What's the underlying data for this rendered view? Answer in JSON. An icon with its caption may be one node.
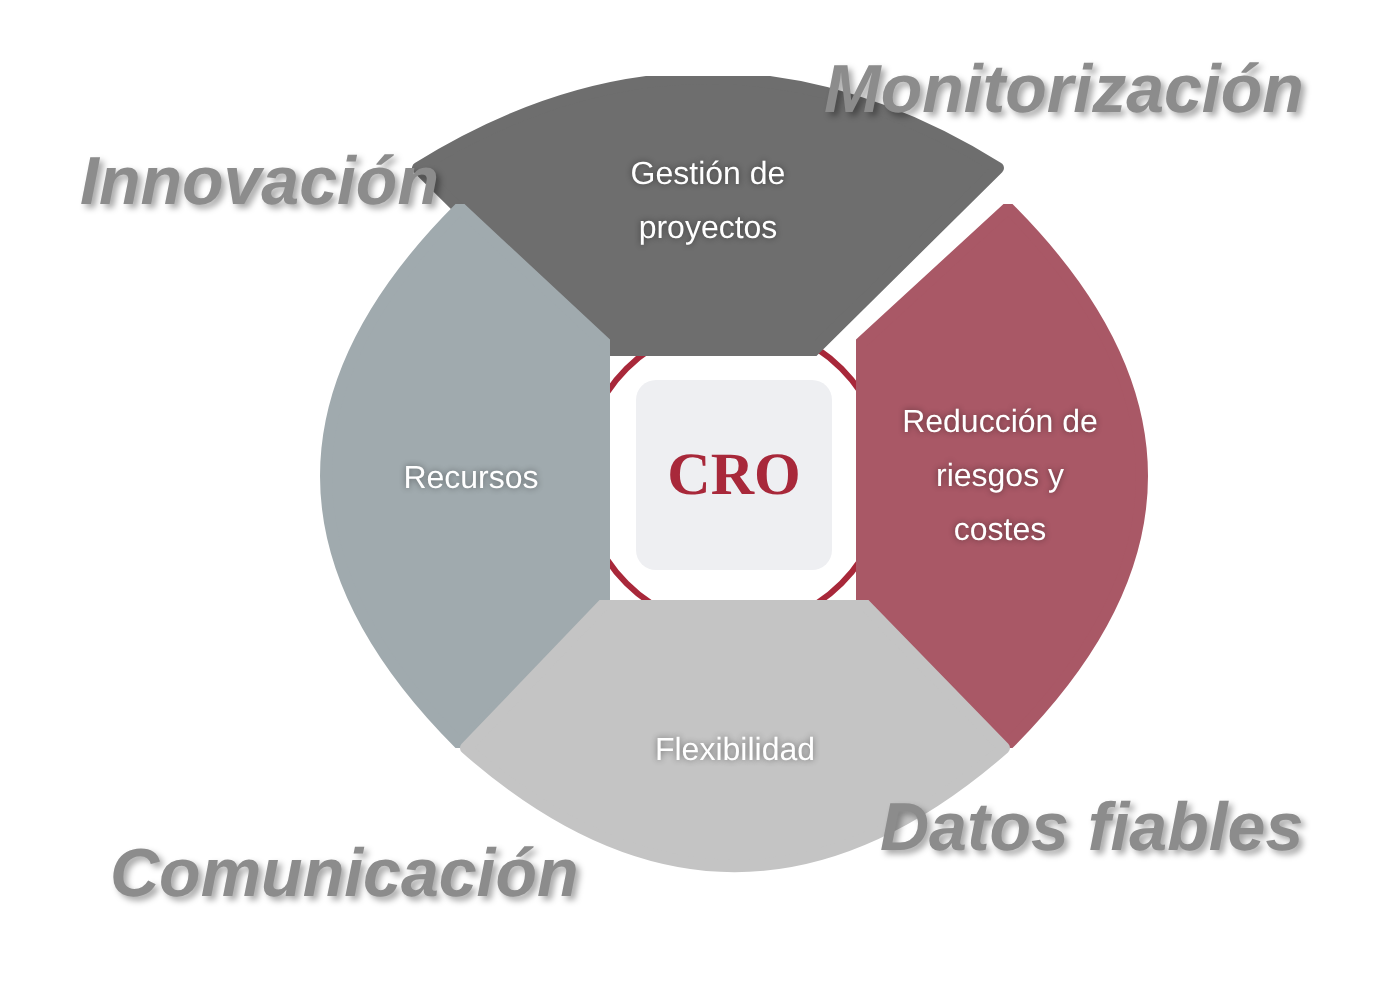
{
  "diagram": {
    "nodes": [
      {
        "text": [
          "Gestión de proyectos"
        ]
      },
      {
        "text": [
          "Recursos"
        ]
      },
      {
        "text": [
          "CRO"
        ]
      },
      {
        "text": [
          "Reducción de riesgos y costes"
        ]
      },
      {
        "text": [
          "Flexibilidad"
        ]
      }
    ],
    "labels": [
      "Monitorización",
      "Innovación",
      "Datos fiables",
      "Comunicación"
    ]
  }
}
